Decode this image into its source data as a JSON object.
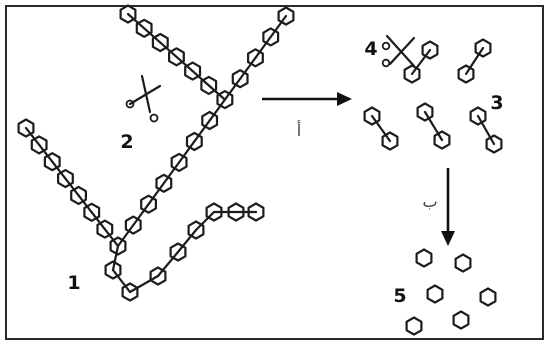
{
  "labels": {
    "branched_polymer": "1",
    "scissors_left": "2",
    "scissors_right": "4",
    "fragments": "3",
    "monomers": "5"
  },
  "steps": {
    "first": "أ",
    "second": "ب"
  },
  "colors": {
    "ink": "#1c1c1c",
    "background": "#ffffff"
  }
}
